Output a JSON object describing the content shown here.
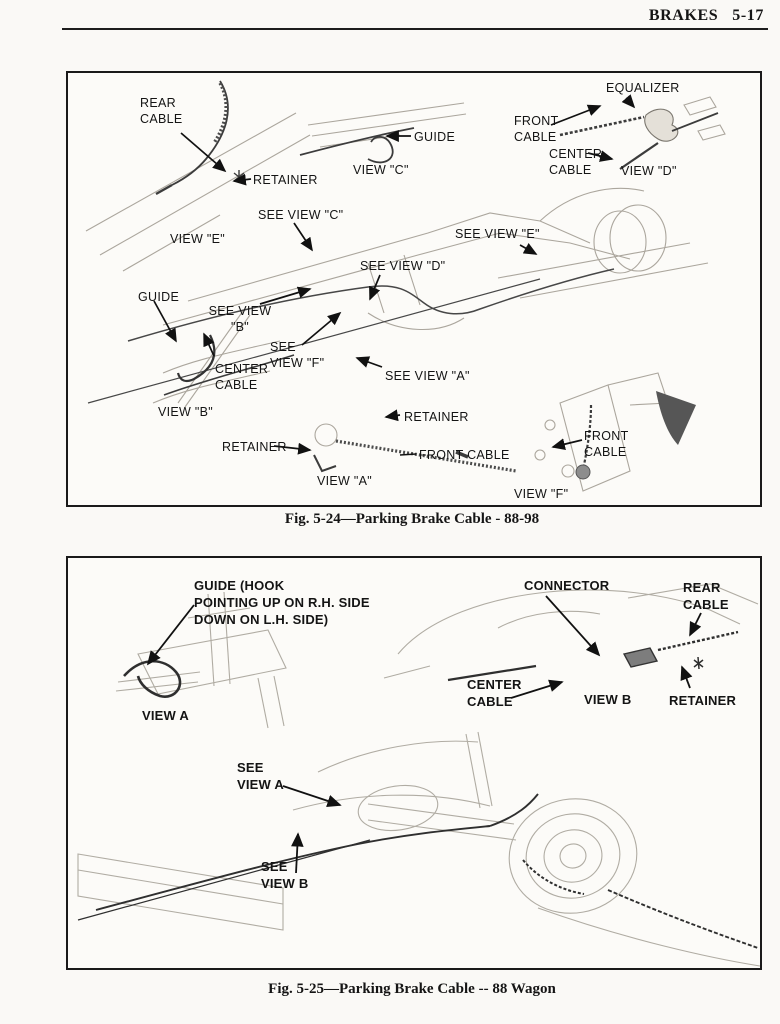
{
  "header": {
    "title": "BRAKES",
    "page": "5-17"
  },
  "fig1": {
    "caption": "Fig. 5-24—Parking Brake Cable - 88-98",
    "labels": [
      "REAR\nCABLE",
      "RETAINER",
      "GUIDE",
      "VIEW \"C\"",
      "EQUALIZER",
      "FRONT\nCABLE",
      "CENTER\nCABLE",
      "VIEW \"D\"",
      "VIEW \"E\"",
      "SEE VIEW \"C\"",
      "SEE VIEW \"E\"",
      "SEE VIEW \"D\"",
      "GUIDE",
      "SEE VIEW\n\"B\"",
      "CENTER\nCABLE",
      "VIEW \"B\"",
      "SEE\nVIEW \"F\"",
      "SEE VIEW \"A\"",
      "RETAINER",
      "RETAINER",
      "FRONT CABLE",
      "VIEW \"A\"",
      "FRONT\nCABLE",
      "VIEW \"F\""
    ]
  },
  "fig2": {
    "caption": "Fig. 5-25—Parking Brake Cable -- 88 Wagon",
    "labels": [
      "GUIDE (HOOK\nPOINTING UP ON R.H. SIDE\nDOWN ON L.H. SIDE)",
      "VIEW A",
      "CONNECTOR",
      "REAR\nCABLE",
      "CENTER\nCABLE",
      "VIEW B",
      "RETAINER",
      "SEE\nVIEW A",
      "SEE\nVIEW B"
    ]
  }
}
